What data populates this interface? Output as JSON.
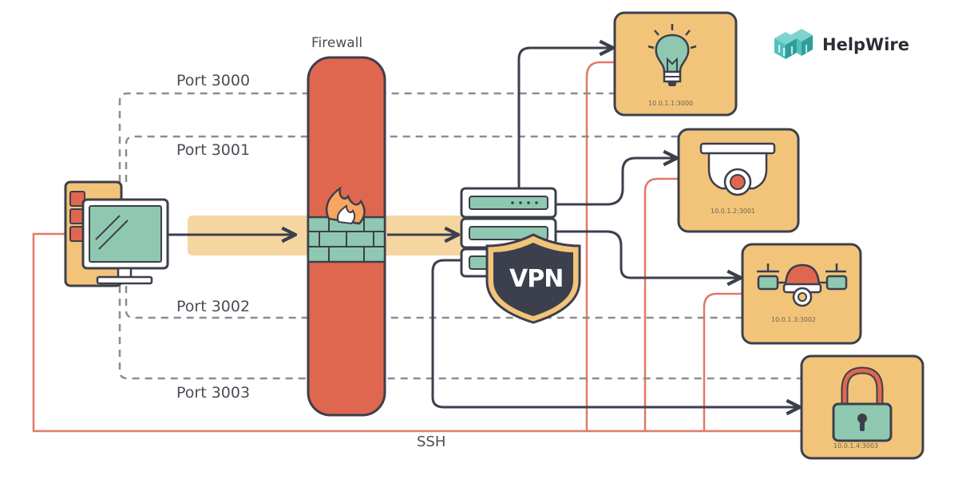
{
  "brand": {
    "name": "HelpWire",
    "logo_icon": "stacked-cubes-logo-icon"
  },
  "firewall": {
    "title": "Firewall",
    "icon": "fire-wall-icon"
  },
  "vpn": {
    "label": "VPN"
  },
  "ports": {
    "p3000": "Port 3000",
    "p3001": "Port 3001",
    "p3002": "Port 3002",
    "p3003": "Port 3003"
  },
  "ssh_label": "SSH",
  "devices": [
    {
      "name": "smart-bulb",
      "icon": "lightbulb-icon",
      "address": "10.0.1.1:3000"
    },
    {
      "name": "security-camera",
      "icon": "camera-icon",
      "address": "10.0.1.2:3001"
    },
    {
      "name": "drone",
      "icon": "drone-icon",
      "address": "10.0.1.3:3002"
    },
    {
      "name": "lock",
      "icon": "padlock-icon",
      "address": "10.0.1.4:3003"
    }
  ],
  "colors": {
    "firewall": "#e0674f",
    "outline": "#3c3f4c",
    "device_bg": "#f2c47a",
    "screen": "#8fc8b0",
    "ssh_line": "#e07a65",
    "dashed": "#8a8d95",
    "highlight": "#f5d6a0",
    "brand": "#4fc1bd"
  }
}
